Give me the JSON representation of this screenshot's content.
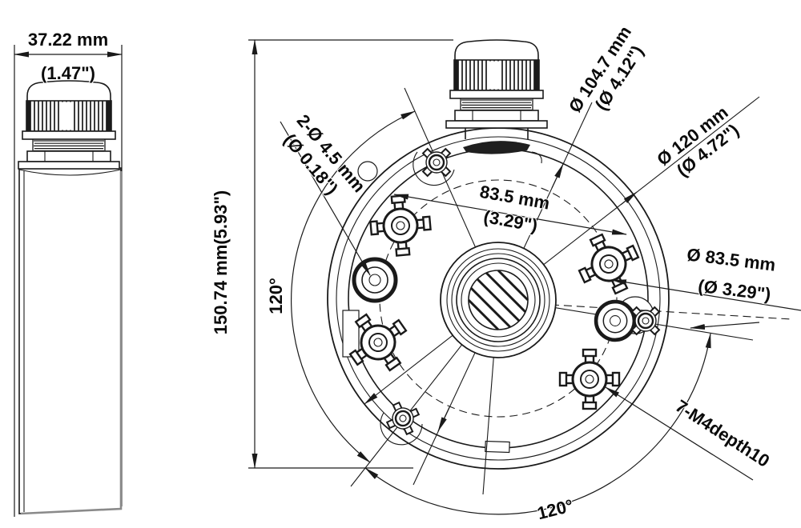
{
  "side_view": {
    "width_mm": "37.22 mm",
    "width_in": "(1.47\")",
    "height": "150.74 mm(5.93\")"
  },
  "front_view": {
    "cable_holes_mm": "2-Ø 4.5 mm",
    "cable_holes_in": "(Ø 0.18\")",
    "body_dia_mm": "Ø 104.7 mm",
    "body_dia_in": "(Ø 4.12\")",
    "outer_dia_mm": "Ø 120 mm",
    "outer_dia_in": "(Ø 4.72\")",
    "spacing_mm": "83.5 mm",
    "spacing_in": "(3.29\")",
    "bolt_circle_mm": "Ø 83.5 mm",
    "bolt_circle_in": "(Ø 3.29\")",
    "angle_left": "120°",
    "angle_bottom": "120°",
    "screw_note": "7-M4depth10"
  },
  "colors": {
    "line": "#1a1a1a",
    "background": "#ffffff"
  }
}
